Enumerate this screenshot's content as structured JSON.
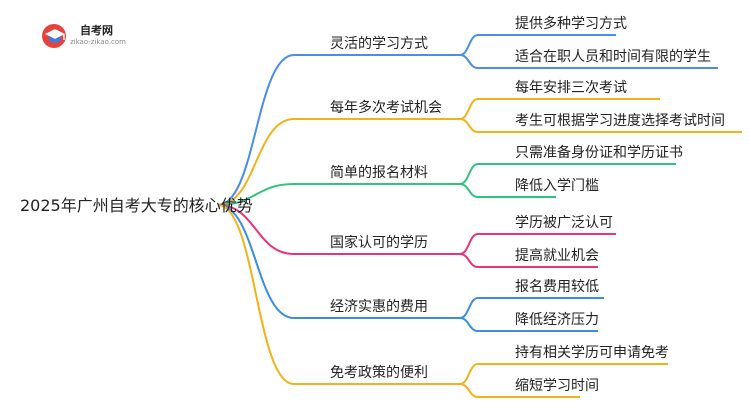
{
  "logo": {
    "name": "自考网",
    "url": "zikao-zikao.com",
    "icon": "graduation-cap-icon",
    "colors": [
      "#e8403a",
      "#3b7ddd"
    ]
  },
  "root": {
    "label": "2025年广州自考大专的核心优势"
  },
  "branches": [
    {
      "label": "灵活的学习方式",
      "color": "#4a8ee6",
      "children": [
        "提供多种学习方式",
        "适合在职人员和时间有限的学生"
      ]
    },
    {
      "label": "每年多次考试机会",
      "color": "#f1b21a",
      "children": [
        "每年安排三次考试",
        "考生可根据学习进度选择考试时间"
      ]
    },
    {
      "label": "简单的报名材料",
      "color": "#2fc47d",
      "children": [
        "只需准备身份证和学历证书",
        "降低入学门槛"
      ]
    },
    {
      "label": "国家认可的学历",
      "color": "#e8337d",
      "children": [
        "学历被广泛认可",
        "提高就业机会"
      ]
    },
    {
      "label": "经济实惠的费用",
      "color": "#3a8ee0",
      "children": [
        "报名费用较低",
        "降低经济压力"
      ]
    },
    {
      "label": "免考政策的便利",
      "color": "#f1b21a",
      "children": [
        "持有相关学历可申请免考",
        "缩短学习时间"
      ]
    }
  ]
}
